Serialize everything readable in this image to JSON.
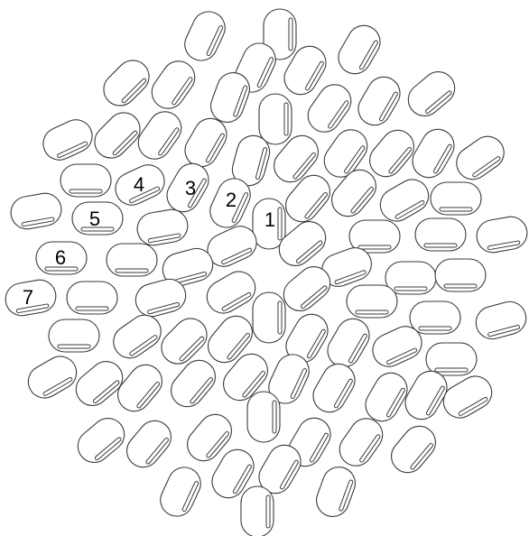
{
  "diagram": {
    "numbered_labels": [
      "1",
      "2",
      "3",
      "4",
      "5",
      "6",
      "7"
    ]
  }
}
